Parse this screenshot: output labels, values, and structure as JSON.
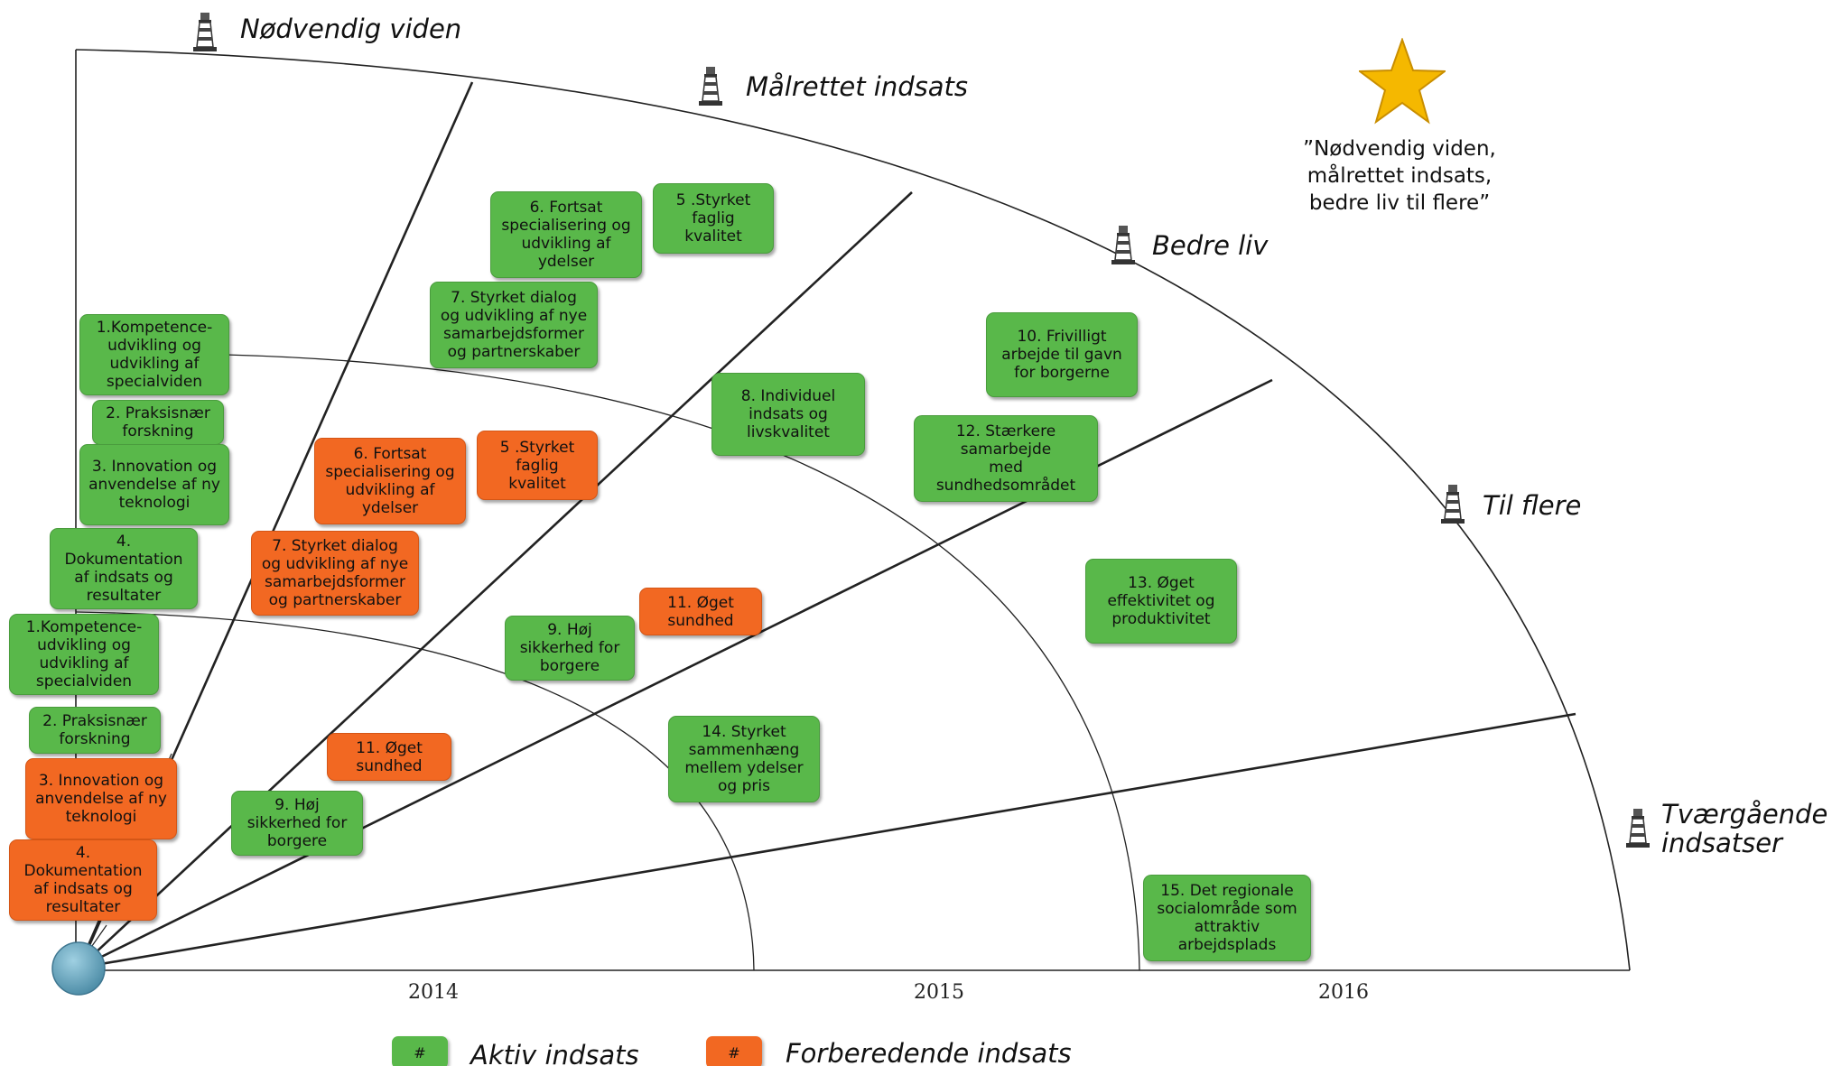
{
  "categories": [
    {
      "id": "nodvendig",
      "label": "Nødvendig viden"
    },
    {
      "id": "malrettet",
      "label": "Målrettet indsats"
    },
    {
      "id": "bedre",
      "label": "Bedre liv"
    },
    {
      "id": "tilflere",
      "label": "Til flere"
    },
    {
      "id": "tvaergaende",
      "label": "Tværgående\nindsatser"
    }
  ],
  "years": [
    "2014",
    "2015",
    "2016"
  ],
  "quote": "”Nødvendig viden,\nmålrettet indsats,\nbedre liv til flere”",
  "boxes": [
    {
      "id": "b1",
      "text": "1.Kompetence-\nudvikling og\nudvikling af\nspecialviden",
      "status": "aktiv"
    },
    {
      "id": "b2",
      "text": "2. Praksisnær\nforskning",
      "status": "aktiv"
    },
    {
      "id": "b3",
      "text": "3. Innovation og\nanvendelse af ny\nteknologi",
      "status": "aktiv"
    },
    {
      "id": "b4",
      "text": "4.\nDokumentation\naf indsats og\nresultater",
      "status": "aktiv"
    },
    {
      "id": "b5",
      "text": "1.Kompetence-\nudvikling og\nudvikling af\nspecialviden",
      "status": "aktiv"
    },
    {
      "id": "b6",
      "text": "2. Praksisnær\nforskning",
      "status": "aktiv"
    },
    {
      "id": "b7",
      "text": "3. Innovation og\nanvendelse af ny\nteknologi",
      "status": "forberedende"
    },
    {
      "id": "b8",
      "text": "4.\nDokumentation\naf indsats og\nresultater",
      "status": "forberedende"
    },
    {
      "id": "b9",
      "text": "6. Fortsat\nspecialisering og\nudvikling af\nydelser",
      "status": "aktiv"
    },
    {
      "id": "b10",
      "text": "5 .Styrket\nfaglig\nkvalitet",
      "status": "aktiv"
    },
    {
      "id": "b11",
      "text": "7. Styrket dialog\nog udvikling af nye\nsamarbejdsformer\nog partnerskaber",
      "status": "aktiv"
    },
    {
      "id": "b12",
      "text": "6. Fortsat\nspecialisering og\nudvikling af\nydelser",
      "status": "forberedende"
    },
    {
      "id": "b13",
      "text": "5 .Styrket\nfaglig\nkvalitet",
      "status": "forberedende"
    },
    {
      "id": "b14",
      "text": "7. Styrket dialog\nog udvikling af nye\nsamarbejdsformer\nog partnerskaber",
      "status": "forberedende"
    },
    {
      "id": "b15",
      "text": "8. Individuel\nindsats og\nlivskvalitet",
      "status": "aktiv"
    },
    {
      "id": "b16",
      "text": "9. Høj\nsikkerhed for\nborgere",
      "status": "aktiv"
    },
    {
      "id": "b17",
      "text": "11. Øget\nsundhed",
      "status": "forberedende"
    },
    {
      "id": "b18",
      "text": "11. Øget\nsundhed",
      "status": "forberedende"
    },
    {
      "id": "b19",
      "text": "9. Høj\nsikkerhed for\nborgere",
      "status": "aktiv"
    },
    {
      "id": "b20",
      "text": "14. Styrket\nsammenhæng\nmellem ydelser\nog pris",
      "status": "aktiv"
    },
    {
      "id": "b21",
      "text": "10. Frivilligt\narbejde til gavn\nfor borgerne",
      "status": "aktiv"
    },
    {
      "id": "b22",
      "text": "12. Stærkere\nsamarbejde\nmed\nsundhedsområdet",
      "status": "aktiv"
    },
    {
      "id": "b23",
      "text": "13. Øget\neffektivitet og\nproduktivitet",
      "status": "aktiv"
    },
    {
      "id": "b24",
      "text": "15. Det regionale\nsocialområde som\nattraktiv\narbejdsplads",
      "status": "aktiv"
    }
  ],
  "legend": {
    "swatch_symbol": "#",
    "aktiv_label": "Aktiv indsats",
    "forberedende_label": "Forberedende indsats"
  },
  "colors": {
    "aktiv": "#59b84a",
    "forberedende": "#f26822",
    "star": "#f5b800",
    "origin": "#5f9eb8"
  }
}
